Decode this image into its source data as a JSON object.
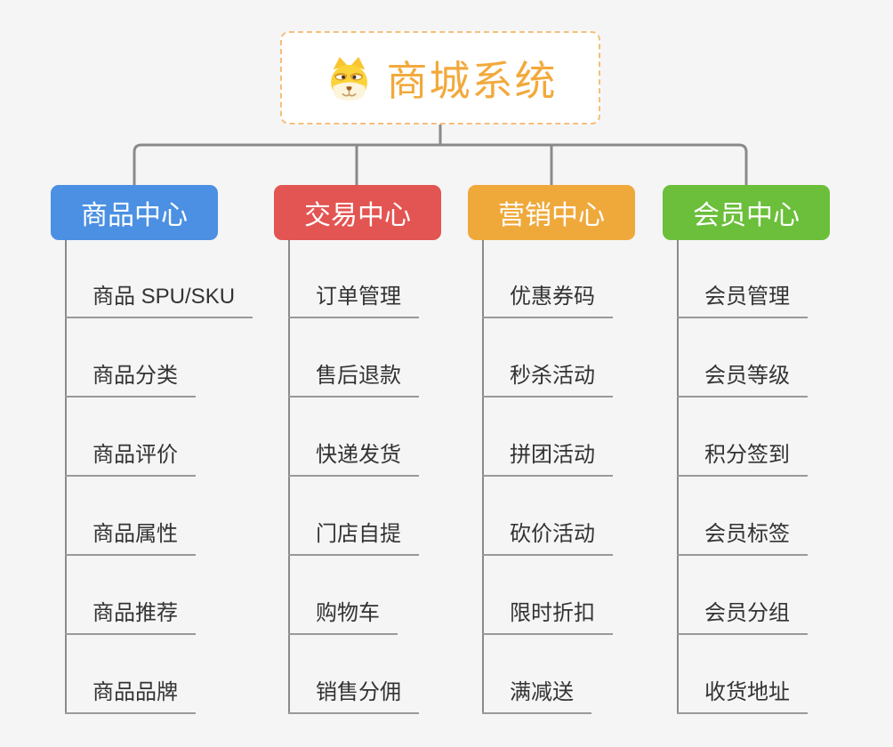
{
  "page": {
    "background": "#F5F5F6",
    "connector_color": "#8A8A8A",
    "underline_color": "#999999"
  },
  "root": {
    "title": "商城系统",
    "title_color": "#F2A93C",
    "border_color": "#F6BE7C",
    "icon": "doge-icon"
  },
  "branches": [
    {
      "label": "商品中心",
      "color": "#4B90E2",
      "items": [
        "商品 SPU/SKU",
        "商品分类",
        "商品评价",
        "商品属性",
        "商品推荐",
        "商品品牌"
      ]
    },
    {
      "label": "交易中心",
      "color": "#E25552",
      "items": [
        "订单管理",
        "售后退款",
        "快递发货",
        "门店自提",
        "购物车",
        "销售分佣"
      ]
    },
    {
      "label": "营销中心",
      "color": "#EFA93B",
      "items": [
        "优惠券码",
        "秒杀活动",
        "拼团活动",
        "砍价活动",
        "限时折扣",
        "满减送"
      ]
    },
    {
      "label": "会员中心",
      "color": "#6BBF3B",
      "items": [
        "会员管理",
        "会员等级",
        "积分签到",
        "会员标签",
        "会员分组",
        "收货地址"
      ]
    }
  ]
}
